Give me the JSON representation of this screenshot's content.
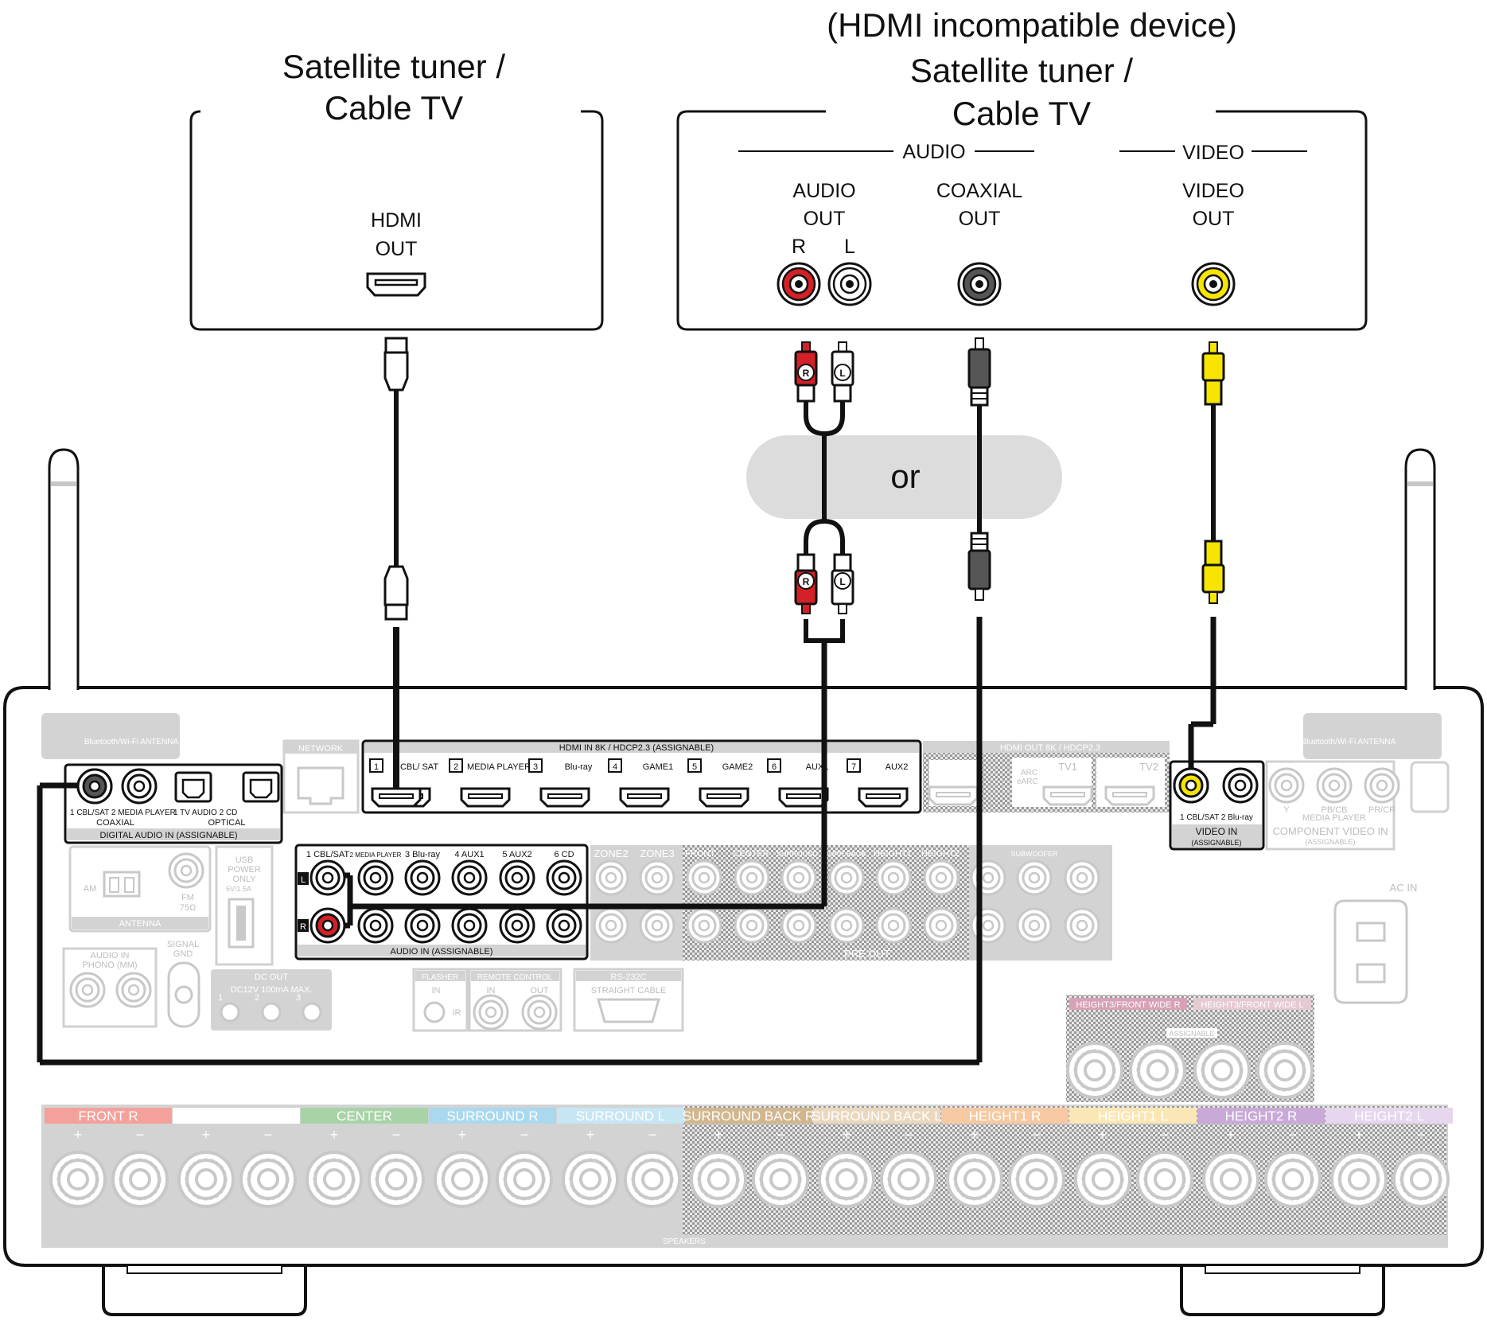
{
  "left_device": {
    "title_line1": "Satellite tuner /",
    "title_line2": "Cable TV",
    "port_line1": "HDMI",
    "port_line2": "OUT"
  },
  "right_device": {
    "caption": "(HDMI incompatible device)",
    "title_line1": "Satellite tuner /",
    "title_line2": "Cable TV",
    "audio_group": "AUDIO",
    "video_group": "VIDEO",
    "audio_out_line1": "AUDIO",
    "audio_out_line2": "OUT",
    "channel_r": "R",
    "channel_l": "L",
    "coaxial_line1": "COAXIAL",
    "coaxial_line2": "OUT",
    "video_line1": "VIDEO",
    "video_line2": "OUT"
  },
  "or_label": "or",
  "plug_r": "R",
  "plug_l": "L",
  "receiver": {
    "bt_antenna": "Bluetooth/Wi-Fi ANTENNA",
    "network": "NETWORK",
    "hdmi_in_title": "HDMI IN      8K / HDCP2.3  (ASSIGNABLE)",
    "hdmi_inputs": [
      "CBL/ SAT",
      "MEDIA PLAYER",
      "Blu-ray",
      "GAME1",
      "GAME2",
      "AUX1",
      "AUX2"
    ],
    "hdmi_input_numbers": [
      "1",
      "2",
      "3",
      "4",
      "5",
      "6",
      "7"
    ],
    "hdmi_out_title": "HDMI OUT   8K / HDCP2.3",
    "hdmi_out_tv1": "TV1",
    "hdmi_out_tv2": "TV2",
    "arc_line1": "ARC",
    "arc_line2": "eARC",
    "coaxial_inputs": "1 CBL/SAT  2 MEDIA PLAYER",
    "coaxial_label": "COAXIAL",
    "optical_inputs": "1 TV AUDIO      2 CD",
    "optical_label": "OPTICAL",
    "digital_audio_in": "DIGITAL AUDIO IN  (ASSIGNABLE)",
    "audio_in_inputs": [
      "1 CBL/SAT",
      "2 MEDIA PLAYER",
      "3 Blu-ray",
      "4 AUX1",
      "5 AUX2",
      "6 CD"
    ],
    "audio_in_label": "AUDIO IN  (ASSIGNABLE)",
    "channel_l_tag": "L",
    "channel_r_tag": "R",
    "video_in_inputs": "1 CBL/SAT  2 Blu-ray",
    "video_in_label": "VIDEO IN",
    "video_in_assign": "(ASSIGNABLE)",
    "component_video": "COMPONENT VIDEO IN",
    "component_sub": "(ASSIGNABLE)",
    "component_media": "MEDIA PLAYER",
    "component_y": "Y",
    "component_pb": "PB/CB",
    "component_pr": "PR/CR",
    "antenna": "ANTENNA",
    "am": "AM",
    "fm_line1": "FM",
    "fm_line2": "75Ω",
    "usb_line1": "USB",
    "usb_line2": "POWER",
    "usb_line3": "ONLY",
    "usb_line4": "5V/1.5A",
    "pre_out": "PRE  OUT",
    "zone2": "ZONE2",
    "zone3": "ZONE3",
    "pre_front": "FRONT",
    "pre_center": "CENTER",
    "pre_surround": "SURROUND",
    "pre_surround_back": "SURR.BACK",
    "pre_height1": "HEIGHT1",
    "pre_height2": "HEIGHT2",
    "pre_subwoofer": "SUBWOOFER",
    "ac_in": "AC IN",
    "audio_in_phono_line1": "AUDIO IN",
    "audio_in_phono_line2": "PHONO (MM)",
    "signal_gnd_line1": "SIGNAL",
    "signal_gnd_line2": "GND",
    "dc_out": "DC OUT",
    "dc_out_spec": "DC12V  100mA MAX.",
    "dc_out_numbers": [
      "1",
      "2",
      "3"
    ],
    "flasher": "FLASHER",
    "flasher_in": "IN",
    "ir": "IR",
    "remote_control": "REMOTE CONTROL",
    "remote_in": "IN",
    "remote_out": "OUT",
    "rs232c": "RS-232C",
    "straight_cable": "STRAIGHT CABLE",
    "height3_r": "HEIGHT3/FRONT WIDE R",
    "height3_l": "HEIGHT3/FRONT WIDE L",
    "assignable": "ASSIGNABLE",
    "speakers": "SPEAKERS",
    "speaker_groups": [
      "FRONT",
      "FRONT",
      "CENTER",
      "SURROUND",
      "SURROUND",
      "SURROUND BACK",
      "SURROUND BACK",
      "HEIGHT1",
      "HEIGHT1",
      "HEIGHT2",
      "HEIGHT2"
    ],
    "speaker_sides": [
      "R",
      "L",
      "",
      "R",
      "L",
      "R",
      "L",
      "R",
      "L",
      "R",
      "L"
    ]
  },
  "colors": {
    "audio_r": "#d42027",
    "audio_l": "#ffffff",
    "coaxial": "#555555",
    "video": "#f7e500",
    "cable": "#111111",
    "inactive_panel": "#d3d3d3",
    "or_bubble": "#dcdcdc",
    "speaker_colors": [
      "#f3a19a",
      "#ffffff",
      "#a7d3a6",
      "#a9d8ef",
      "#c7e6f4",
      "#d2b68e",
      "#ead8bd",
      "#f6c9a2",
      "#fbe7b5",
      "#c9a9d8",
      "#e6d6ee"
    ]
  },
  "icons": [
    "hdmi-port-icon",
    "rca-jack-icon",
    "rca-plug-icon",
    "hdmi-plug-icon",
    "antenna-icon",
    "optical-port-icon",
    "ethernet-port-icon",
    "ac-inlet-icon"
  ]
}
